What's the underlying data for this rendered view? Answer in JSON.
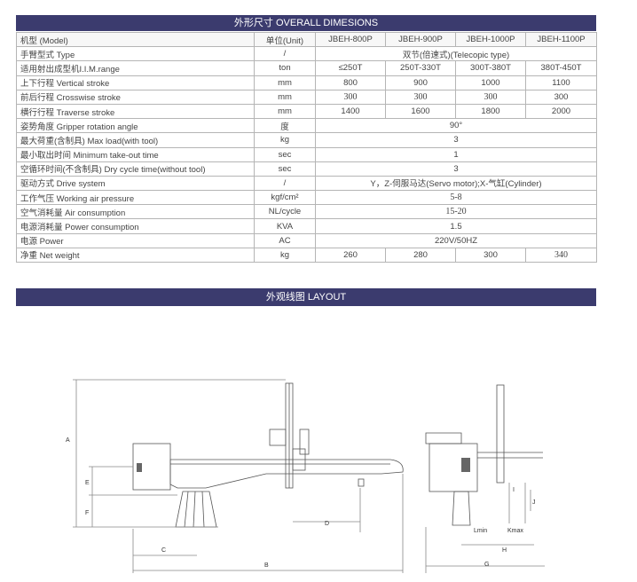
{
  "spec_title": "外形尺寸 OVERALL DIMESIONS",
  "layout_title": "外观线图 LAYOUT",
  "header": {
    "label": "机型 (Model)",
    "unit": "单位(Unit)",
    "models": [
      "JBEH-800P",
      "JBEH-900P",
      "JBEH-1000P",
      "JBEH-1100P"
    ]
  },
  "rows": [
    {
      "label": "手臂型式 Type",
      "unit": "/",
      "value": "双节(倍速式)(Telecopic type)"
    },
    {
      "label": "适用射出成型机I.I.M.range",
      "unit": "ton",
      "values": [
        "≤250T",
        "250T-330T",
        "300T-380T",
        "380T-450T"
      ]
    },
    {
      "label": "上下行程 Vertical stroke",
      "unit": "mm",
      "values": [
        "800",
        "900",
        "1000",
        "1100"
      ]
    },
    {
      "label": "前后行程 Crosswise stroke",
      "unit": "mm",
      "values": [
        "300",
        "300",
        "300",
        "300"
      ]
    },
    {
      "label": "横行行程 Traverse stroke",
      "unit": "mm",
      "values": [
        "1400",
        "1600",
        "1800",
        "2000"
      ]
    },
    {
      "label": "姿势角度 Gripper rotation angle",
      "unit": "度",
      "value": "90°"
    },
    {
      "label": "最大荷重(含制具) Max load(with tool)",
      "unit": "kg",
      "value": "3"
    },
    {
      "label": "最小取出时间 Minimum take-out time",
      "unit": "sec",
      "value": "1"
    },
    {
      "label": "空循环时间(不含制具) Dry cycle time(without tool)",
      "unit": "sec",
      "value": "3"
    },
    {
      "label": "驱动方式 Drive system",
      "unit": "/",
      "value": "Y，Z-伺服马达(Servo motor);X-气缸(Cylinder)"
    },
    {
      "label": "工作气压 Working air pressure",
      "unit": "kgf/cm²",
      "value": "5-8"
    },
    {
      "label": "空气消耗量 Air consumption",
      "unit": "NL/cycle",
      "value": "15-20"
    },
    {
      "label": "电源消耗量 Power consumption",
      "unit": "KVA",
      "value": "1.5"
    },
    {
      "label": "电源 Power",
      "unit": "AC",
      "value": "220V/50HZ"
    },
    {
      "label": "净重 Net weight",
      "unit": "kg",
      "values": [
        "260",
        "280",
        "300",
        "340"
      ]
    }
  ],
  "drawing": {
    "front_labels": [
      "A",
      "B",
      "C",
      "D",
      "E",
      "F"
    ],
    "side_labels": [
      "G",
      "H",
      "I",
      "J",
      "Lmin",
      "Kmax"
    ]
  }
}
